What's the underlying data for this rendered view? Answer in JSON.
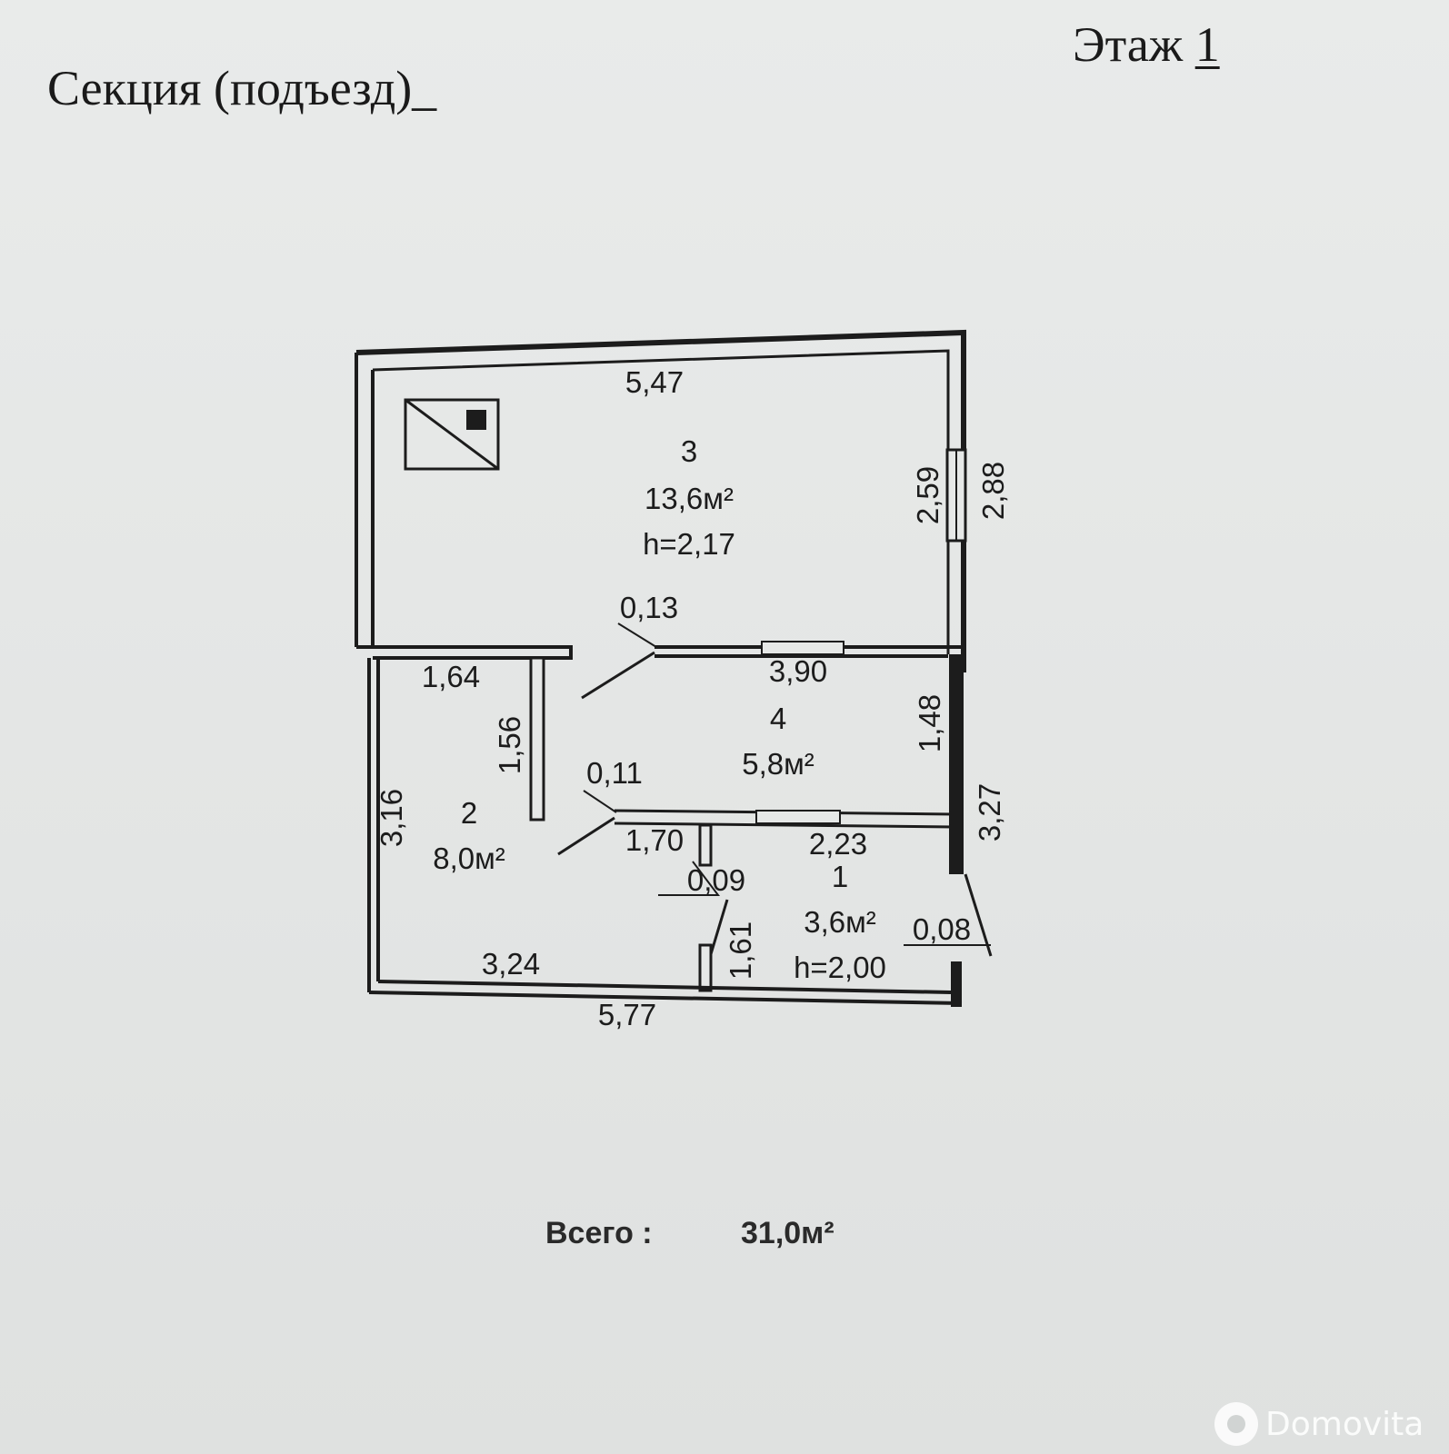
{
  "header": {
    "section_label": "Секция (подъезд)_",
    "floor_prefix": "Этаж ",
    "floor_number": "1"
  },
  "plan": {
    "rooms": [
      {
        "number": "3",
        "area": "13,6м²",
        "height": "h=2,17"
      },
      {
        "number": "4",
        "area": "5,8м²"
      },
      {
        "number": "2",
        "area": "8,0м²"
      },
      {
        "number": "1",
        "area": "3,6м²",
        "height": "h=2,00"
      }
    ],
    "dimensions": {
      "top": "5,47",
      "right_room3_inner": "2,59",
      "right_room3_outer": "2,88",
      "door_room3": "0,13",
      "room2_top": "1,64",
      "room4_bottom_wall": "3,90",
      "partition_room2": "1,56",
      "room4_right": "1,48",
      "right_lower_outer": "3,27",
      "door_room2": "0,11",
      "left": "3,16",
      "corridor_length": "1,70",
      "room1_top": "2,23",
      "door_room1": "0,09",
      "door_entry": "0,08",
      "room1_partition": "1,61",
      "room2_bottom": "3,24",
      "bottom_outer": "5,77"
    }
  },
  "total": {
    "label": "Всего  :",
    "value": "31,0м²"
  },
  "watermark": {
    "text": "Domovita"
  },
  "colors": {
    "paper": "#e6e8e7",
    "ink": "#1c1c1c"
  }
}
